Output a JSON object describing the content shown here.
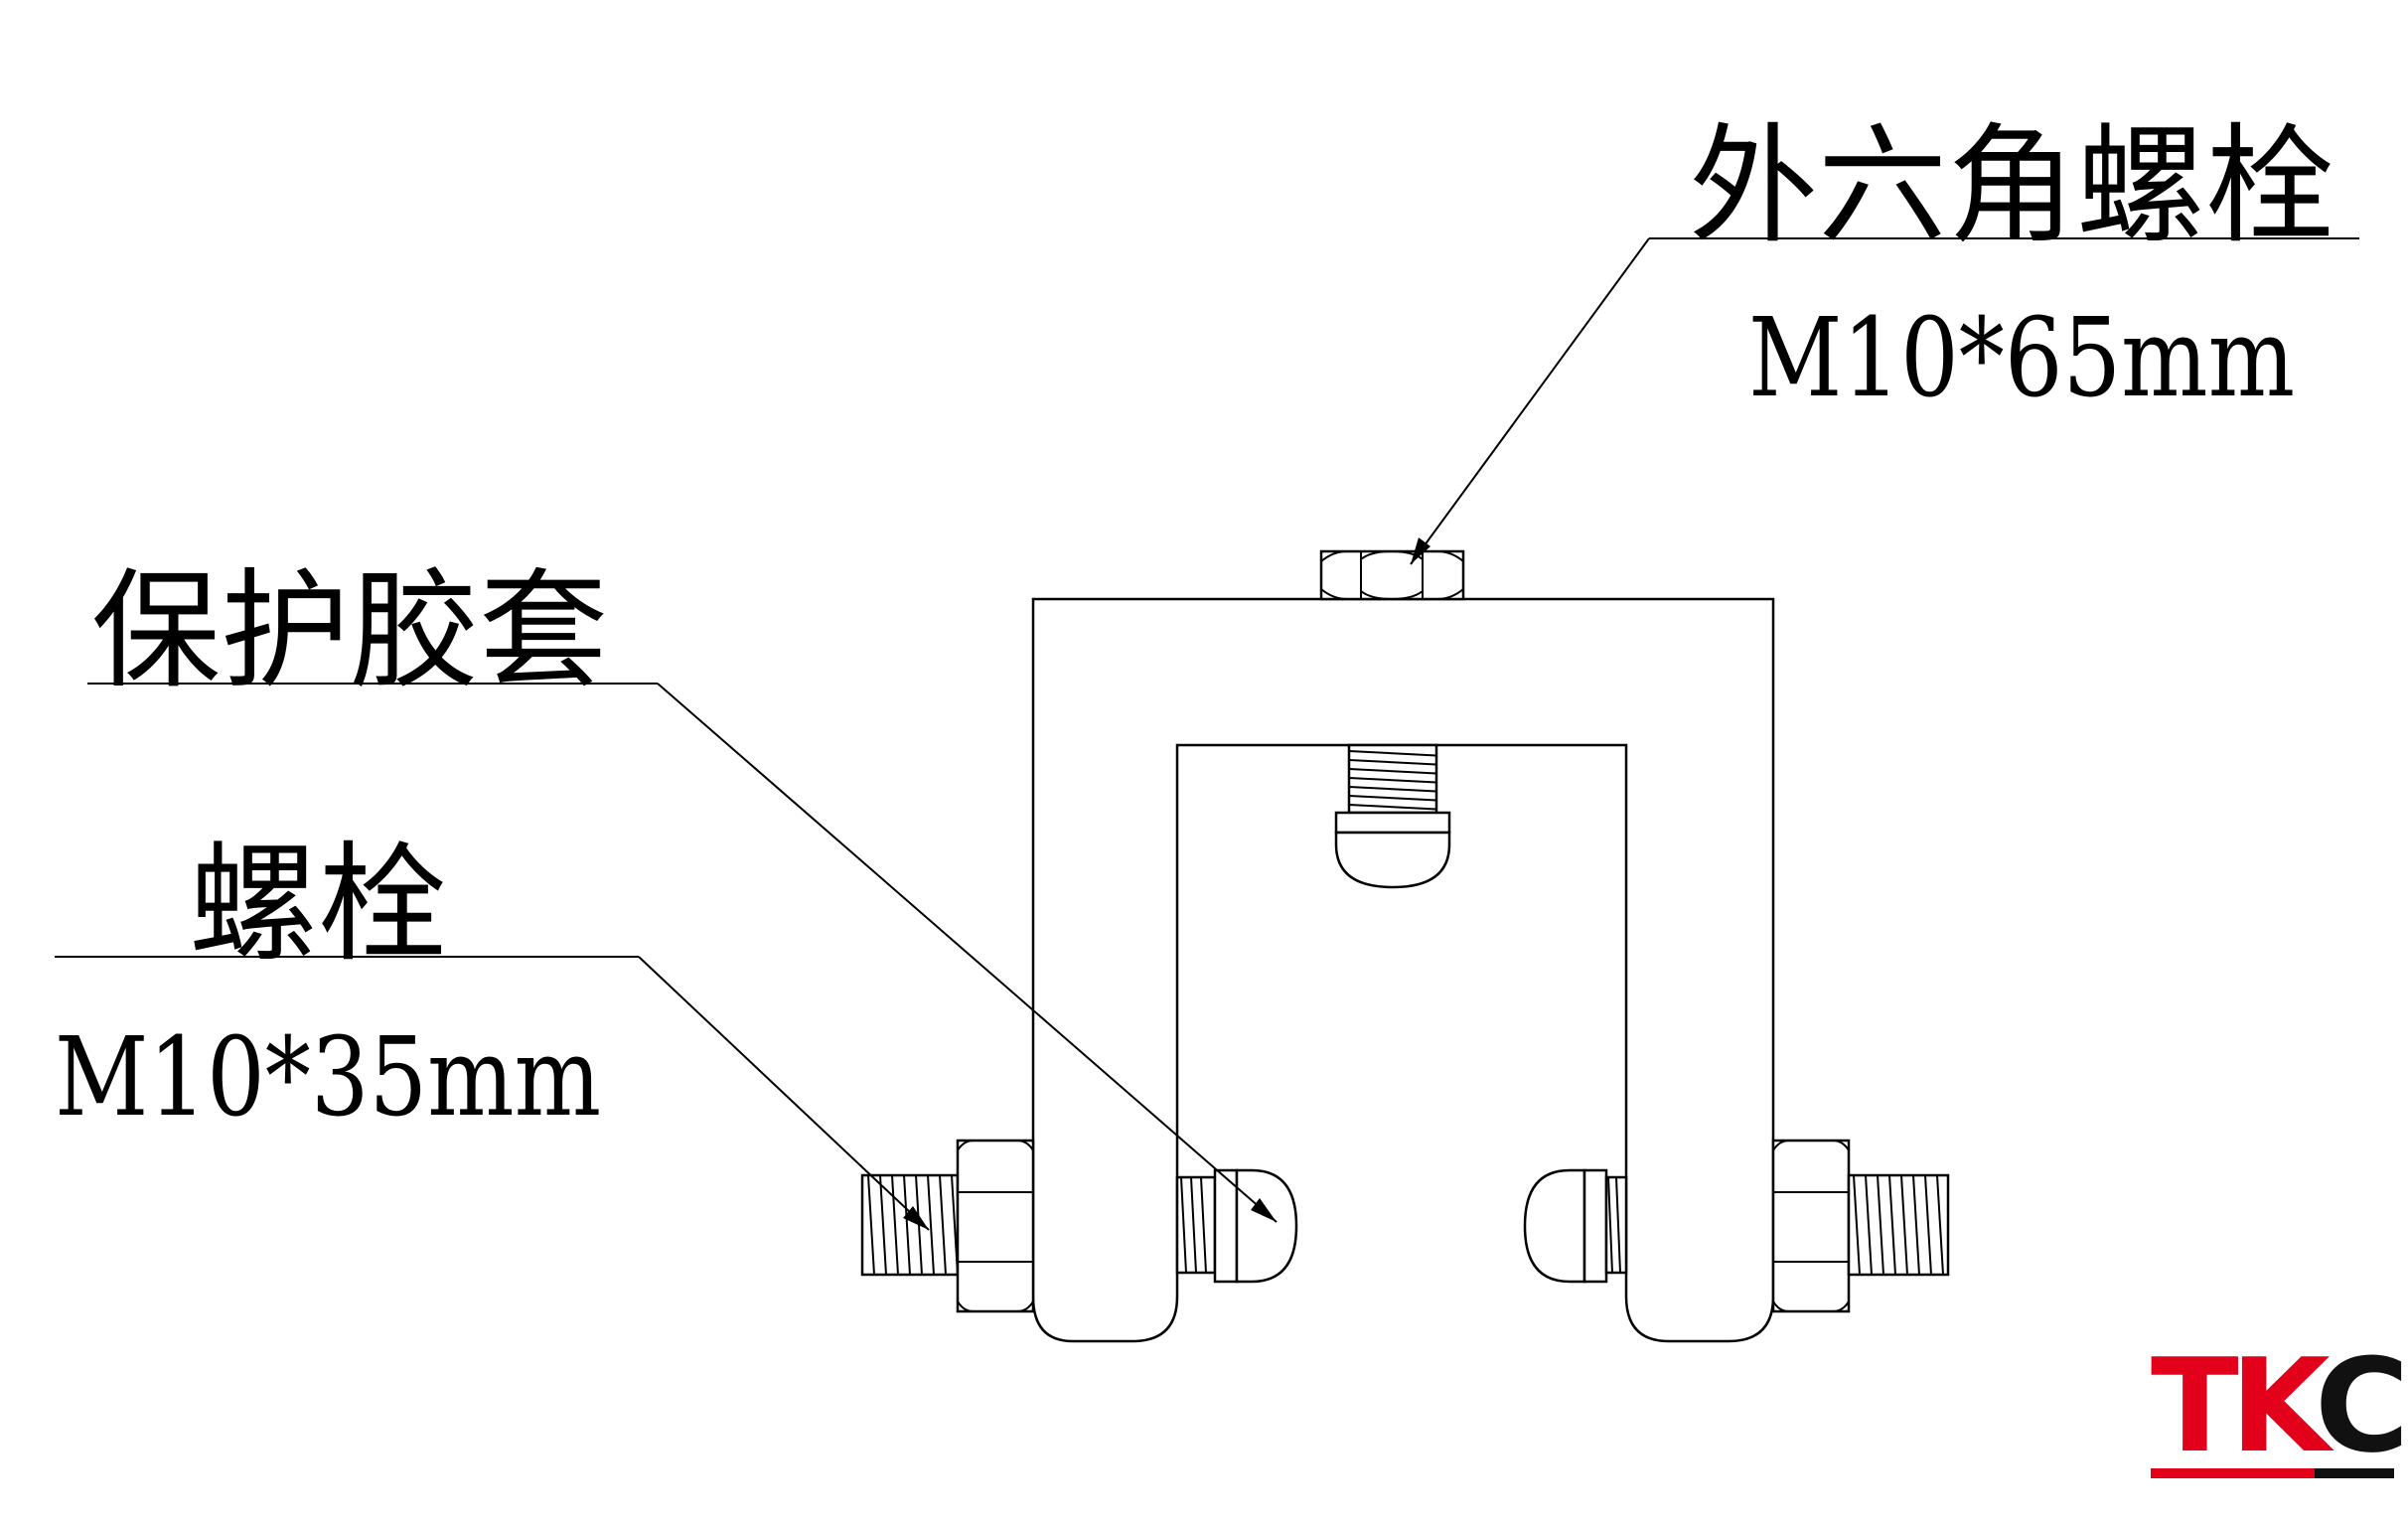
{
  "labels": {
    "hex_bolt": {
      "name": "外六角螺栓",
      "spec": "M10*65mm"
    },
    "rubber_cap": {
      "name": "保护胶套"
    },
    "side_bolt": {
      "name": "螺栓",
      "spec": "M10*35mm"
    }
  },
  "logo": {
    "letters": [
      "T",
      "K",
      "C"
    ],
    "letter_colors": [
      "#e3001b",
      "#e3001b",
      "#111111"
    ],
    "underline_colors": [
      "#e3001b",
      "#111111"
    ]
  },
  "colors": {
    "line": "#000000",
    "background": "#ffffff"
  }
}
